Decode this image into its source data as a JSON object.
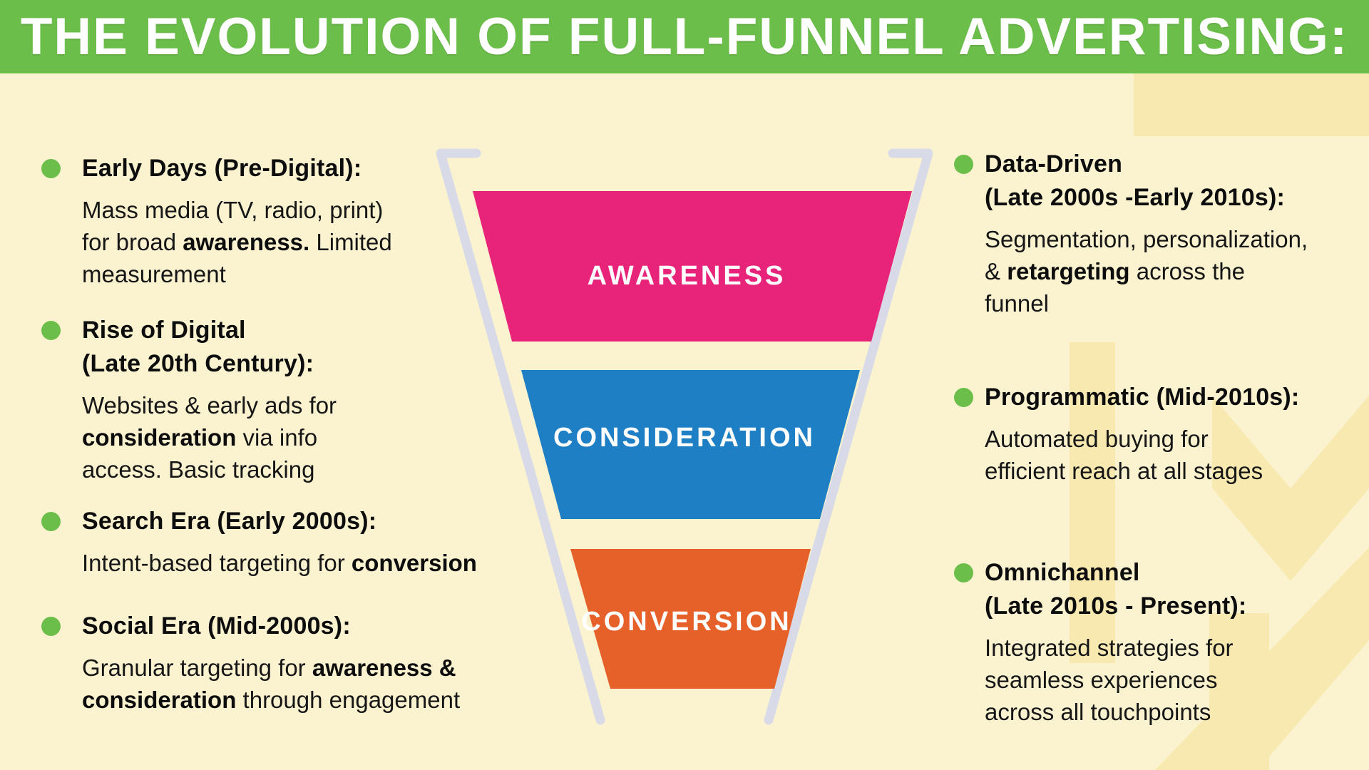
{
  "header": {
    "title": "THE EVOLUTION OF FULL-FUNNEL ADVERTISING:"
  },
  "colors": {
    "header_green": "#6CBE4B",
    "bullet_green": "#6CBE4B",
    "background_cream": "#FBF3D0",
    "watermark_yellow": "#F7E9B0",
    "funnel_outline": "#D8DBE7",
    "stage_label_text": "#FFFFFF",
    "body_text": "#161616"
  },
  "funnel": {
    "stages": [
      {
        "label": "AWARENESS",
        "color": "#E7247A"
      },
      {
        "label": "CONSIDERATION",
        "color": "#1F7FC4"
      },
      {
        "label": "CONVERSION",
        "color": "#E6602A"
      }
    ]
  },
  "left": {
    "groups": [
      {
        "heading_lines": [
          "Early Days (Pre-Digital):"
        ],
        "body_lines": [
          [
            {
              "t": "Mass media (TV, radio, print)"
            }
          ],
          [
            {
              "t": "for broad "
            },
            {
              "t": "awareness.",
              "b": 1
            },
            {
              "t": " Limited"
            }
          ],
          [
            {
              "t": "measurement"
            }
          ]
        ]
      },
      {
        "heading_lines": [
          "Rise of Digital",
          "(Late 20th Century):"
        ],
        "body_lines": [
          [
            {
              "t": "Websites & early ads for"
            }
          ],
          [
            {
              "t": "consideration",
              "b": 1
            },
            {
              "t": " via info"
            }
          ],
          [
            {
              "t": "access. Basic tracking"
            }
          ]
        ]
      },
      {
        "heading_lines": [
          "Search Era (Early 2000s):"
        ],
        "body_lines": [
          [
            {
              "t": "Intent-based targeting for "
            },
            {
              "t": "conversion",
              "b": 1
            }
          ]
        ]
      },
      {
        "heading_lines": [
          "Social Era (Mid-2000s):"
        ],
        "body_lines": [
          [
            {
              "t": "Granular targeting for "
            },
            {
              "t": "awareness &",
              "b": 1
            }
          ],
          [
            {
              "t": "consideration",
              "b": 1
            },
            {
              "t": " through engagement"
            }
          ]
        ]
      }
    ]
  },
  "right": {
    "groups": [
      {
        "heading_lines": [
          "Data-Driven",
          "(Late 2000s -Early 2010s):"
        ],
        "body_lines": [
          [
            {
              "t": "Segmentation, personalization,"
            }
          ],
          [
            {
              "t": "& "
            },
            {
              "t": "retargeting",
              "b": 1
            },
            {
              "t": " across the"
            }
          ],
          [
            {
              "t": "funnel"
            }
          ]
        ]
      },
      {
        "heading_lines": [
          "Programmatic (Mid-2010s):"
        ],
        "body_lines": [
          [
            {
              "t": "Automated buying for"
            }
          ],
          [
            {
              "t": "efficient reach at all stages"
            }
          ]
        ]
      },
      {
        "heading_lines": [
          "Omnichannel",
          "(Late 2010s - Present):"
        ],
        "body_lines": [
          [
            {
              "t": "Integrated strategies for"
            }
          ],
          [
            {
              "t": "seamless experiences"
            }
          ],
          [
            {
              "t": "across all touchpoints"
            }
          ]
        ]
      }
    ]
  }
}
